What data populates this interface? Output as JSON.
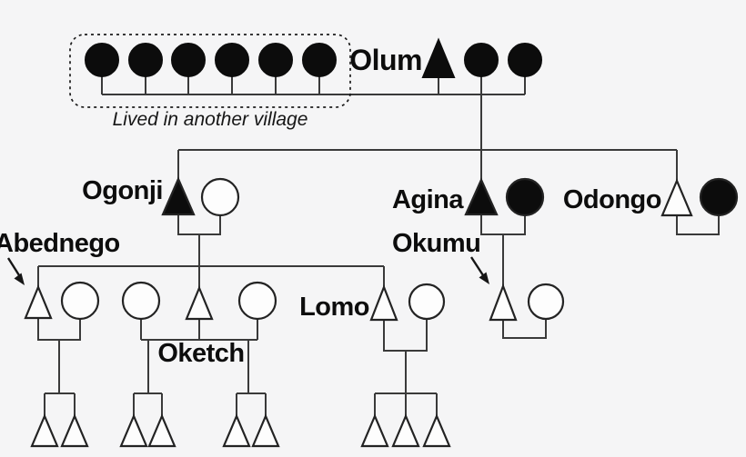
{
  "diagram_type": "kinship-genealogy-chart",
  "colors": {
    "background": "#f5f5f6",
    "line": "#3a3a3a",
    "symbol_outline": "#232323",
    "symbol_filled": "#0c0c0c",
    "symbol_open": "#fdfdfd",
    "text": "#0d0d0d"
  },
  "annotation": {
    "text": "Lived in another village"
  },
  "people": {
    "olum": {
      "label": "Olum",
      "symbol": "filled-triangle"
    },
    "ogonji": {
      "label": "Ogonji",
      "symbol": "filled-triangle"
    },
    "agina": {
      "label": "Agina",
      "symbol": "filled-triangle"
    },
    "odongo": {
      "label": "Odongo",
      "symbol": "open-triangle"
    },
    "abednego": {
      "label": "Abednego",
      "symbol": "open-triangle"
    },
    "okumu": {
      "label": "Okumu",
      "symbol": "open-triangle"
    },
    "oketch": {
      "label": "Oketch",
      "symbol": "open-triangle"
    },
    "lomo": {
      "label": "Lomo",
      "symbol": "open-triangle"
    }
  },
  "structure": {
    "generation_1": {
      "distant_wives_filled_circles_in_dashed_box": 6,
      "husband": "Olum",
      "co_wives_filled_circles": 2
    },
    "generation_2_unions": [
      {
        "husband": "Ogonji",
        "husband_symbol": "filled-triangle",
        "wife_symbol": "open-circle"
      },
      {
        "husband": "Agina",
        "husband_symbol": "filled-triangle",
        "wife_symbol": "filled-circle"
      },
      {
        "husband": "Odongo",
        "husband_symbol": "open-triangle",
        "wife_symbol": "filled-circle"
      }
    ],
    "generation_3_unions": [
      {
        "husband": "Abednego",
        "wives_open_circles": 1,
        "children_triangles": [
          2
        ]
      },
      {
        "husband": "Oketch",
        "wives_open_circles": 2,
        "children_triangles": [
          2,
          2
        ]
      },
      {
        "husband": "Lomo",
        "wives_open_circles": 1,
        "children_triangles": [
          3
        ]
      },
      {
        "husband": "Okumu",
        "wives_open_circles": 1,
        "children_triangles": []
      }
    ]
  }
}
